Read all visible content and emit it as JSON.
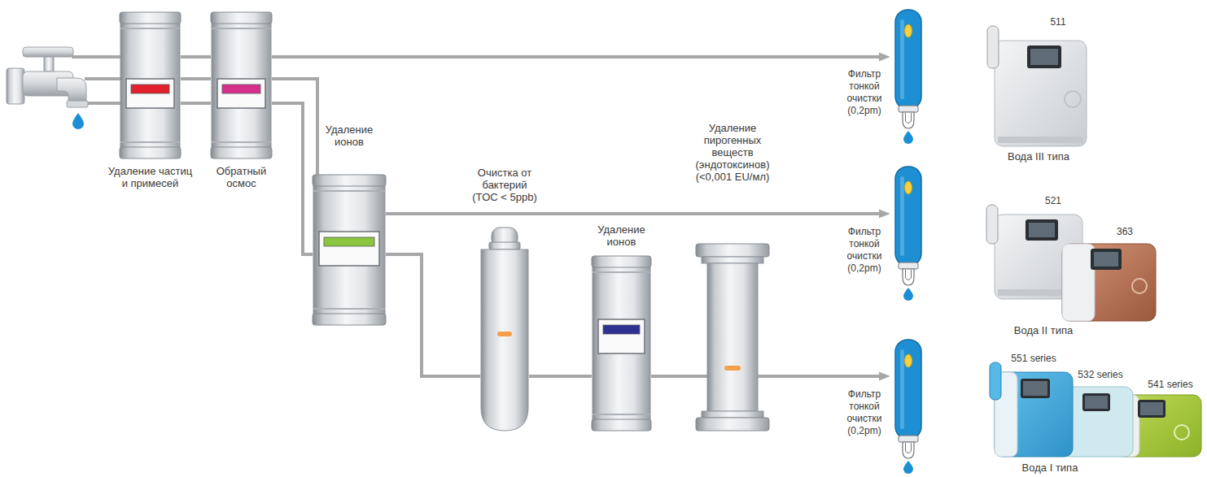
{
  "diagram": {
    "nodes": [
      {
        "text": [
          "Удаление частиц и примесей"
        ]
      },
      {
        "text": [
          "Обратный осмос"
        ]
      },
      {
        "text": [
          "Удаление ионов"
        ]
      },
      {
        "text": [
          "Очистка от бактерий (TOC < 5ppb)"
        ]
      },
      {
        "text": [
          "Удаление ионов"
        ]
      },
      {
        "text": [
          "Удаление пирогенных веществ (эндотоксинов) (<0,001 EU/мл)"
        ]
      },
      {
        "text": [
          "Фильтр тонкой очистки (0,2pm)"
        ]
      },
      {
        "text": [
          "Фильтр тонкой очистки (0,2pm)"
        ]
      },
      {
        "text": [
          "Фильтр тонкой очистки (0,2pm)"
        ]
      }
    ],
    "edges": [
      {
        "from": 0,
        "to": 1,
        "arrow": "none"
      },
      {
        "from": 0,
        "to": 1,
        "arrow": "none"
      },
      {
        "from": 0,
        "to": 1,
        "arrow": "none"
      },
      {
        "from": 1,
        "to": 6,
        "arrow": "to"
      },
      {
        "from": 1,
        "to": 2,
        "arrow": "none"
      },
      {
        "from": 1,
        "to": 2,
        "arrow": "none"
      },
      {
        "from": 2,
        "to": 7,
        "arrow": "to"
      },
      {
        "from": 2,
        "to": 3,
        "arrow": "none"
      },
      {
        "from": 3,
        "to": 4,
        "arrow": "none"
      },
      {
        "from": 4,
        "to": 5,
        "arrow": "none"
      },
      {
        "from": 5,
        "to": 8,
        "arrow": "to"
      }
    ],
    "labels": [
      "511",
      "Вода III типа",
      "521",
      "363",
      "Вода II типа",
      "551 series",
      "532 series",
      "541 series",
      "Вода I типа"
    ]
  }
}
